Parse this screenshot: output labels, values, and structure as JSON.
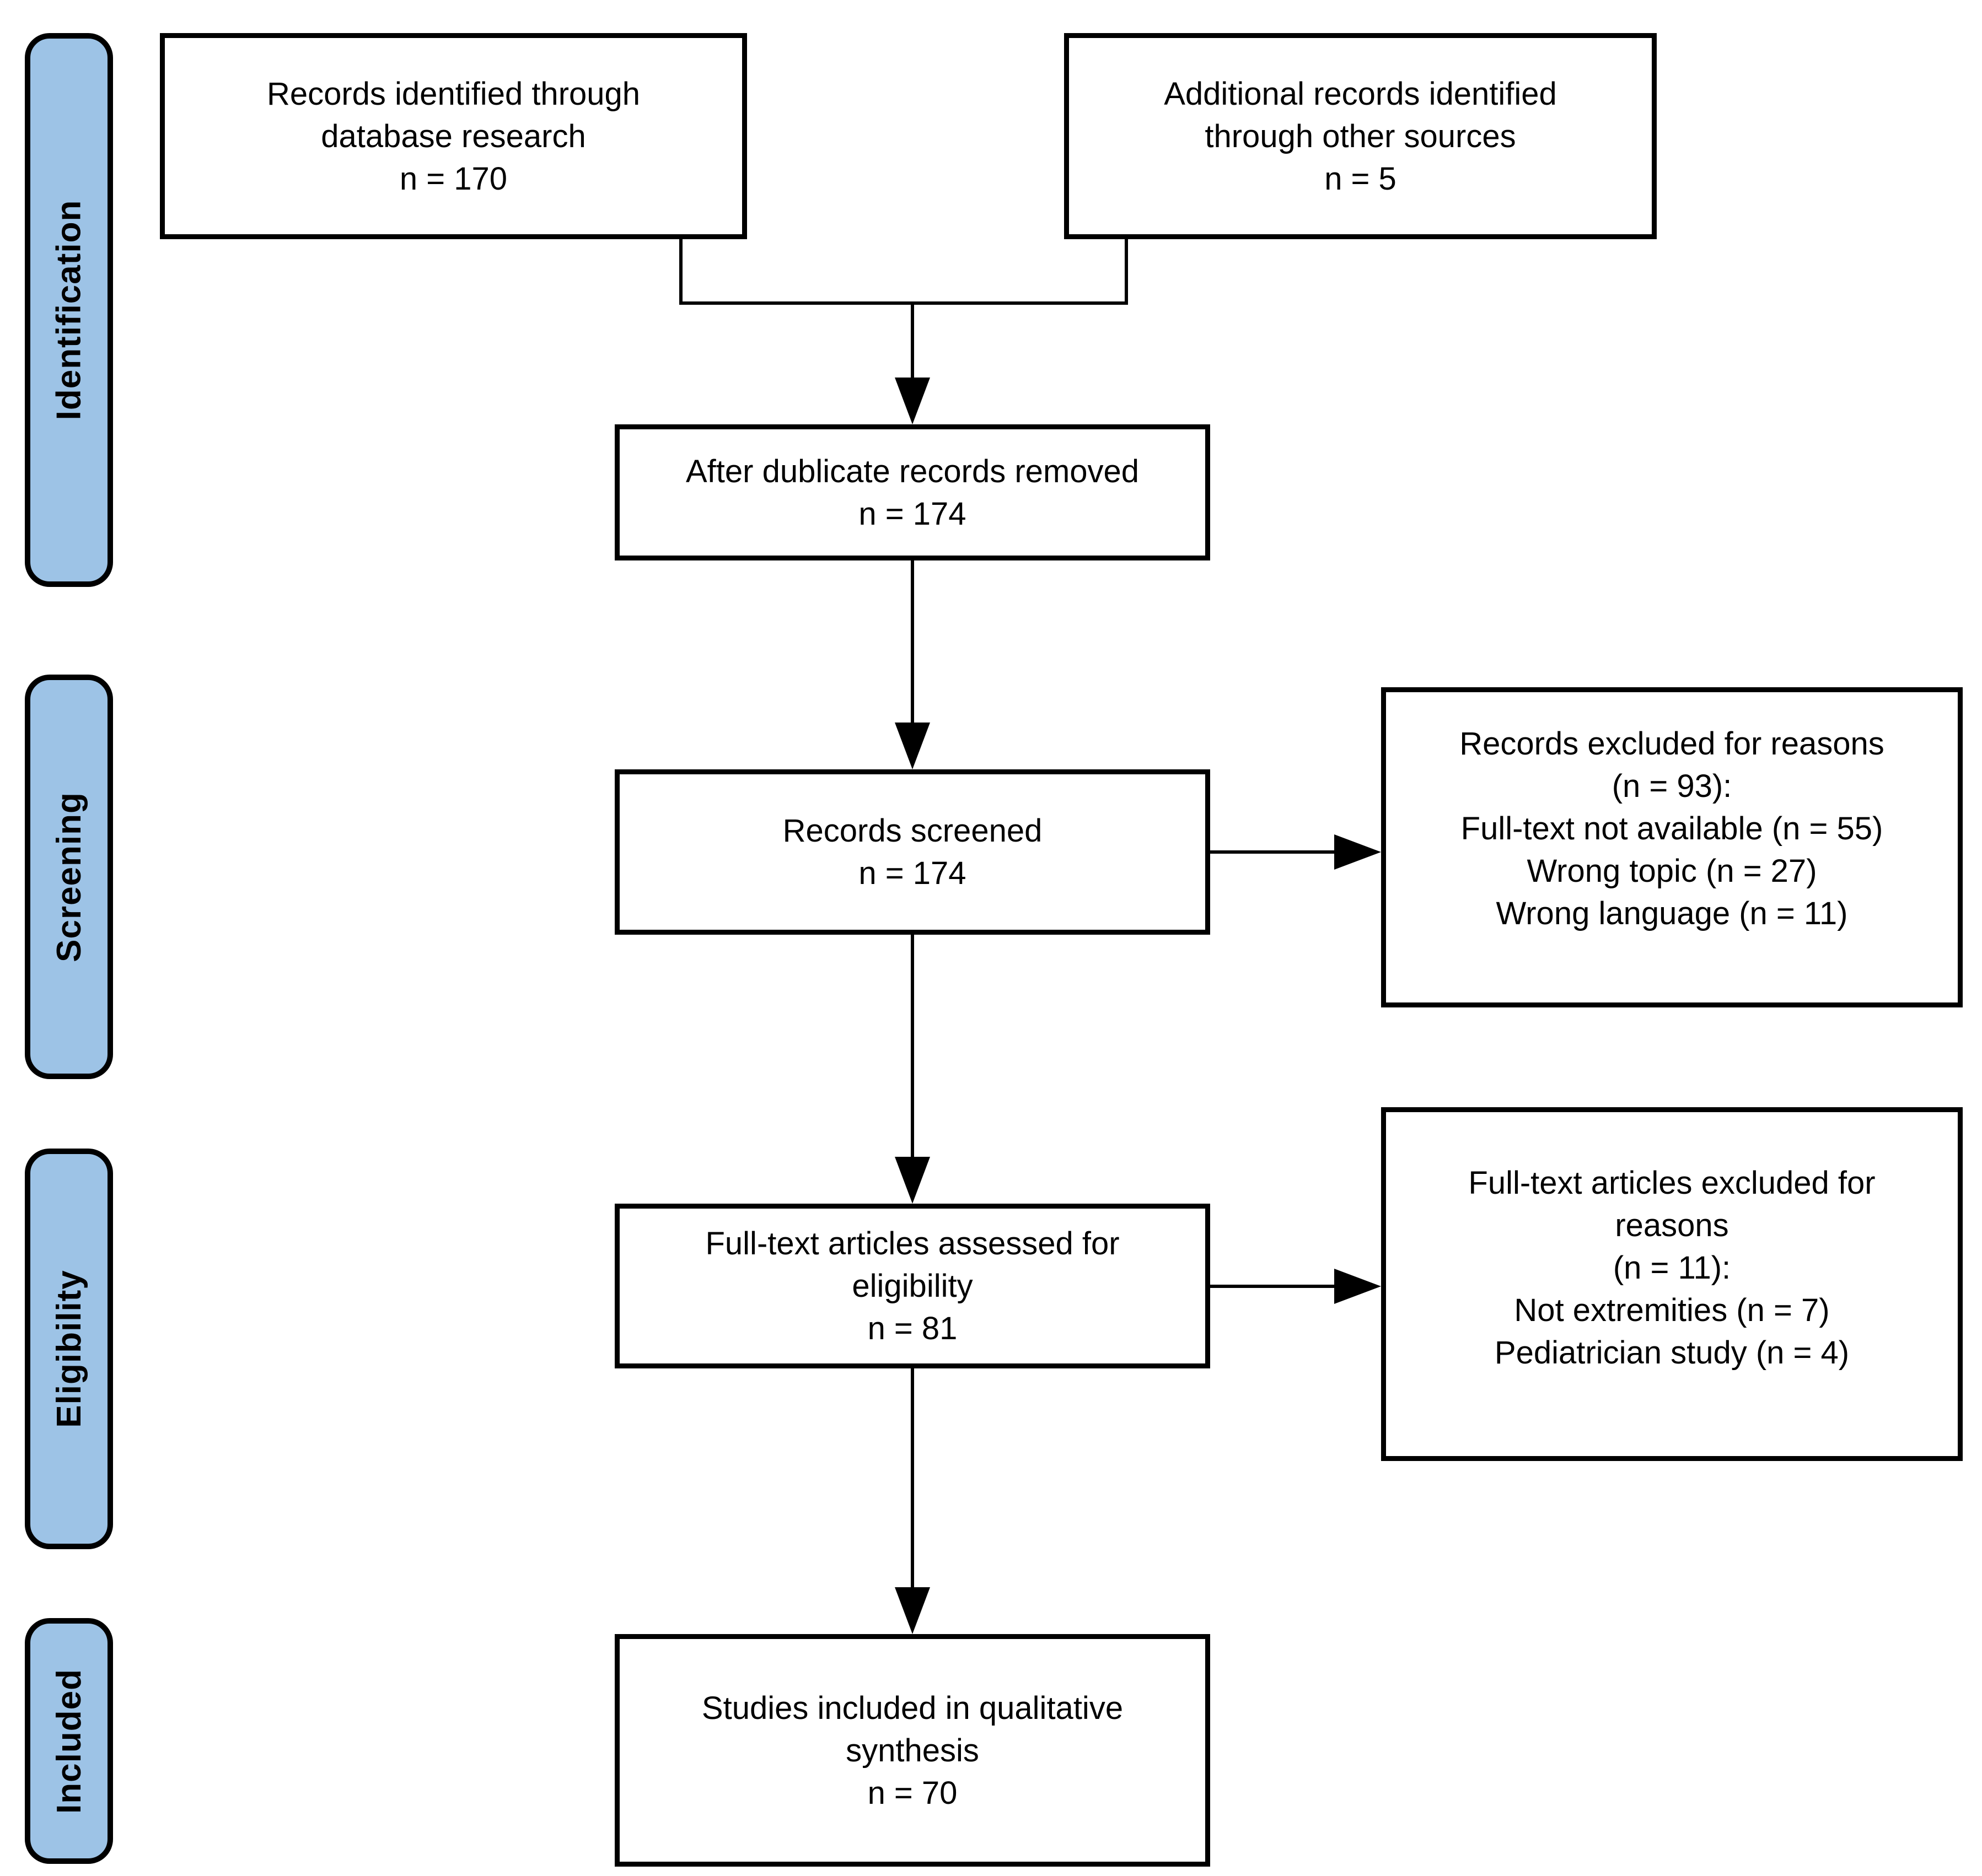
{
  "colors": {
    "stage_fill": "#9DC3E6",
    "line": "#000000",
    "background": "#FFFFFF"
  },
  "sidebar": {
    "stages": [
      {
        "label": "Identification"
      },
      {
        "label": "Screening"
      },
      {
        "label": "Eligibility"
      },
      {
        "label": "Included"
      }
    ]
  },
  "nodes": {
    "identified": {
      "lines": [
        "Records identified through",
        "database research",
        "n = 170"
      ]
    },
    "additional": {
      "lines": [
        "Additional records identified",
        "through other sources",
        "n = 5"
      ]
    },
    "deduplicated": {
      "lines": [
        "After dublicate records removed",
        "n = 174"
      ]
    },
    "screened": {
      "lines": [
        "Records screened",
        "n = 174"
      ]
    },
    "fulltext_assessed": {
      "lines": [
        "Full-text articles assessed for",
        "eligibility",
        "n = 81"
      ]
    },
    "studies_included": {
      "lines": [
        "Studies included in qualitative",
        "synthesis",
        "n = 70"
      ]
    },
    "records_excluded": {
      "lines": [
        "Records excluded for reasons",
        "(n = 93):",
        "Full-text not available (n = 55)",
        "Wrong topic (n = 27)",
        "Wrong language (n = 11)"
      ]
    },
    "fulltext_excluded": {
      "lines": [
        "Full-text articles excluded for",
        "reasons",
        "(n = 11):",
        "Not extremities (n = 7)",
        "Pediatrician study (n = 4)"
      ]
    }
  }
}
